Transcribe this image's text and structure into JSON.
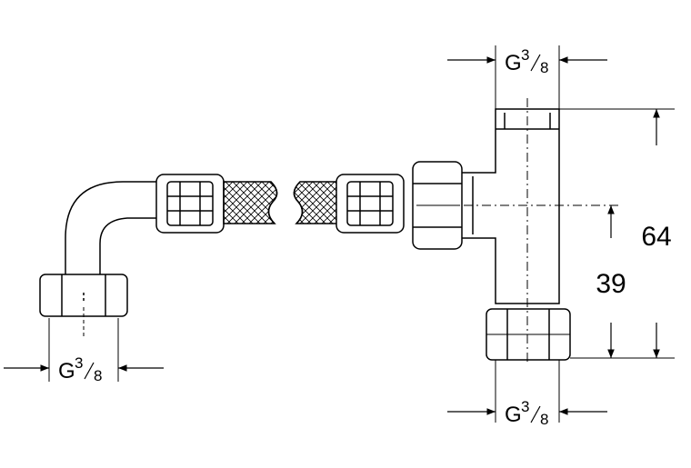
{
  "dimensions": {
    "overall_height": "64",
    "outlet_height": "39"
  },
  "threads": {
    "top": {
      "letter": "G",
      "num": "3",
      "den": "8"
    },
    "left": {
      "letter": "G",
      "num": "3",
      "den": "8"
    },
    "bottom": {
      "letter": "G",
      "num": "3",
      "den": "8"
    }
  },
  "colors": {
    "line": "#000000",
    "background": "#ffffff"
  }
}
